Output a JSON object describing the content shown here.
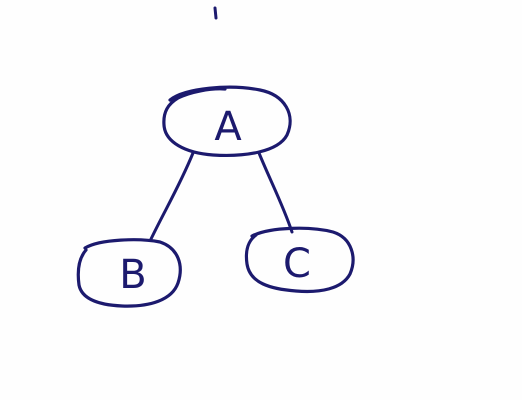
{
  "diagram": {
    "nodes": [
      {
        "id": "A",
        "label": "A"
      },
      {
        "id": "B",
        "label": "B"
      },
      {
        "id": "C",
        "label": "C"
      }
    ],
    "edges": [
      {
        "from": "A",
        "to": "B"
      },
      {
        "from": "A",
        "to": "C"
      }
    ],
    "ink_color": "#1c1a6e",
    "paper_color": "#fefefe"
  }
}
